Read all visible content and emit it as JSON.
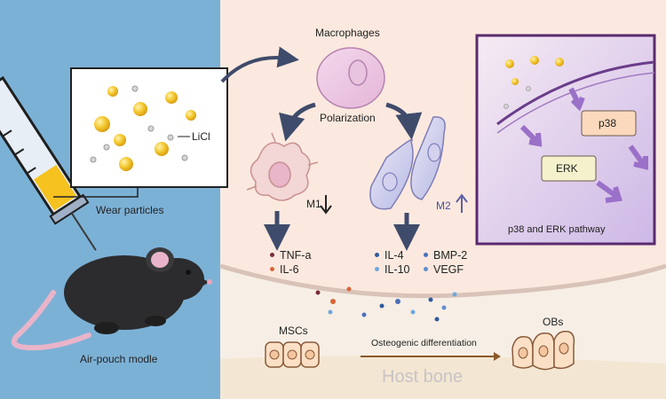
{
  "labels": {
    "licl": "LiCl",
    "wear_particles": "Wear particles",
    "air_pouch": "Air-pouch modle",
    "macrophages": "Macrophages",
    "polarization": "Polarization",
    "m1": "M1",
    "m2": "M2",
    "pathway_title": "p38 and ERK pathway",
    "p38": "p38",
    "erk": "ERK",
    "mscs": "MSCs",
    "osteogenic": "Osteogenic differentiation",
    "obs": "OBs",
    "host_bone": "Host bone"
  },
  "m1_cytokines": [
    {
      "name": "TNF-a",
      "color": "#7a2d3c"
    },
    {
      "name": "IL-6",
      "color": "#d9643a"
    }
  ],
  "m2_cytokines": [
    {
      "name": "IL-4",
      "color": "#2f5a9e"
    },
    {
      "name": "IL-10",
      "color": "#6ea9de"
    },
    {
      "name": "BMP-2",
      "color": "#4a6fb8"
    },
    {
      "name": "VEGF",
      "color": "#5f8fd0"
    }
  ],
  "colors": {
    "left_panel": "#7cb1d6",
    "main_bg": "#fbe9df",
    "pathway_border": "#5a2a6e",
    "arrow_dark": "#3f4b6b",
    "arrow_purple": "#9a70c8",
    "particle": "#f3c62b"
  },
  "icons": {
    "m1_trend": "arrow-down-icon",
    "m2_trend": "arrow-up-icon"
  }
}
